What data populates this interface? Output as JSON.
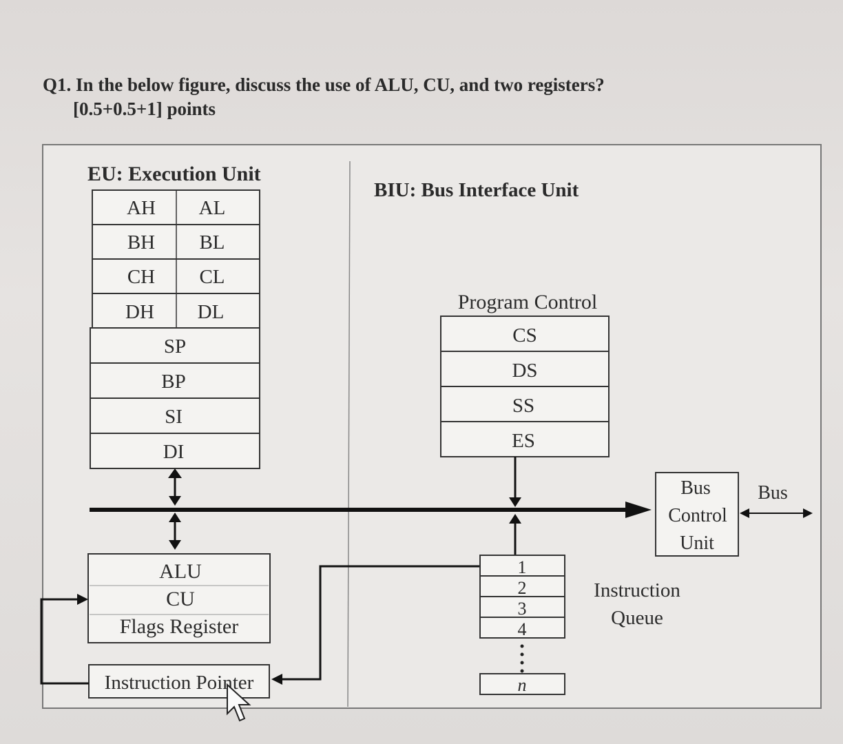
{
  "question": {
    "text": "Q1. In the below figure, discuss the use of ALU, CU, and two registers?",
    "points": "[0.5+0.5+1] points"
  },
  "eu": {
    "title": "EU: Execution Unit",
    "register_pairs": [
      [
        "AH",
        "AL"
      ],
      [
        "BH",
        "BL"
      ],
      [
        "CH",
        "CL"
      ],
      [
        "DH",
        "DL"
      ]
    ],
    "registers": [
      "SP",
      "BP",
      "SI",
      "DI"
    ],
    "alu": "ALU",
    "cu": "CU",
    "flags": "Flags Register",
    "ip": "Instruction Pointer"
  },
  "biu": {
    "title": "BIU: Bus Interface Unit",
    "program_control": "Program Control",
    "segments": [
      "CS",
      "DS",
      "SS",
      "ES"
    ],
    "bus_control": [
      "Bus",
      "Control",
      "Unit"
    ],
    "bus": "Bus",
    "queue_slots": [
      "1",
      "2",
      "3",
      "4"
    ],
    "queue_last": "n",
    "queue_label": [
      "Instruction",
      "Queue"
    ]
  }
}
